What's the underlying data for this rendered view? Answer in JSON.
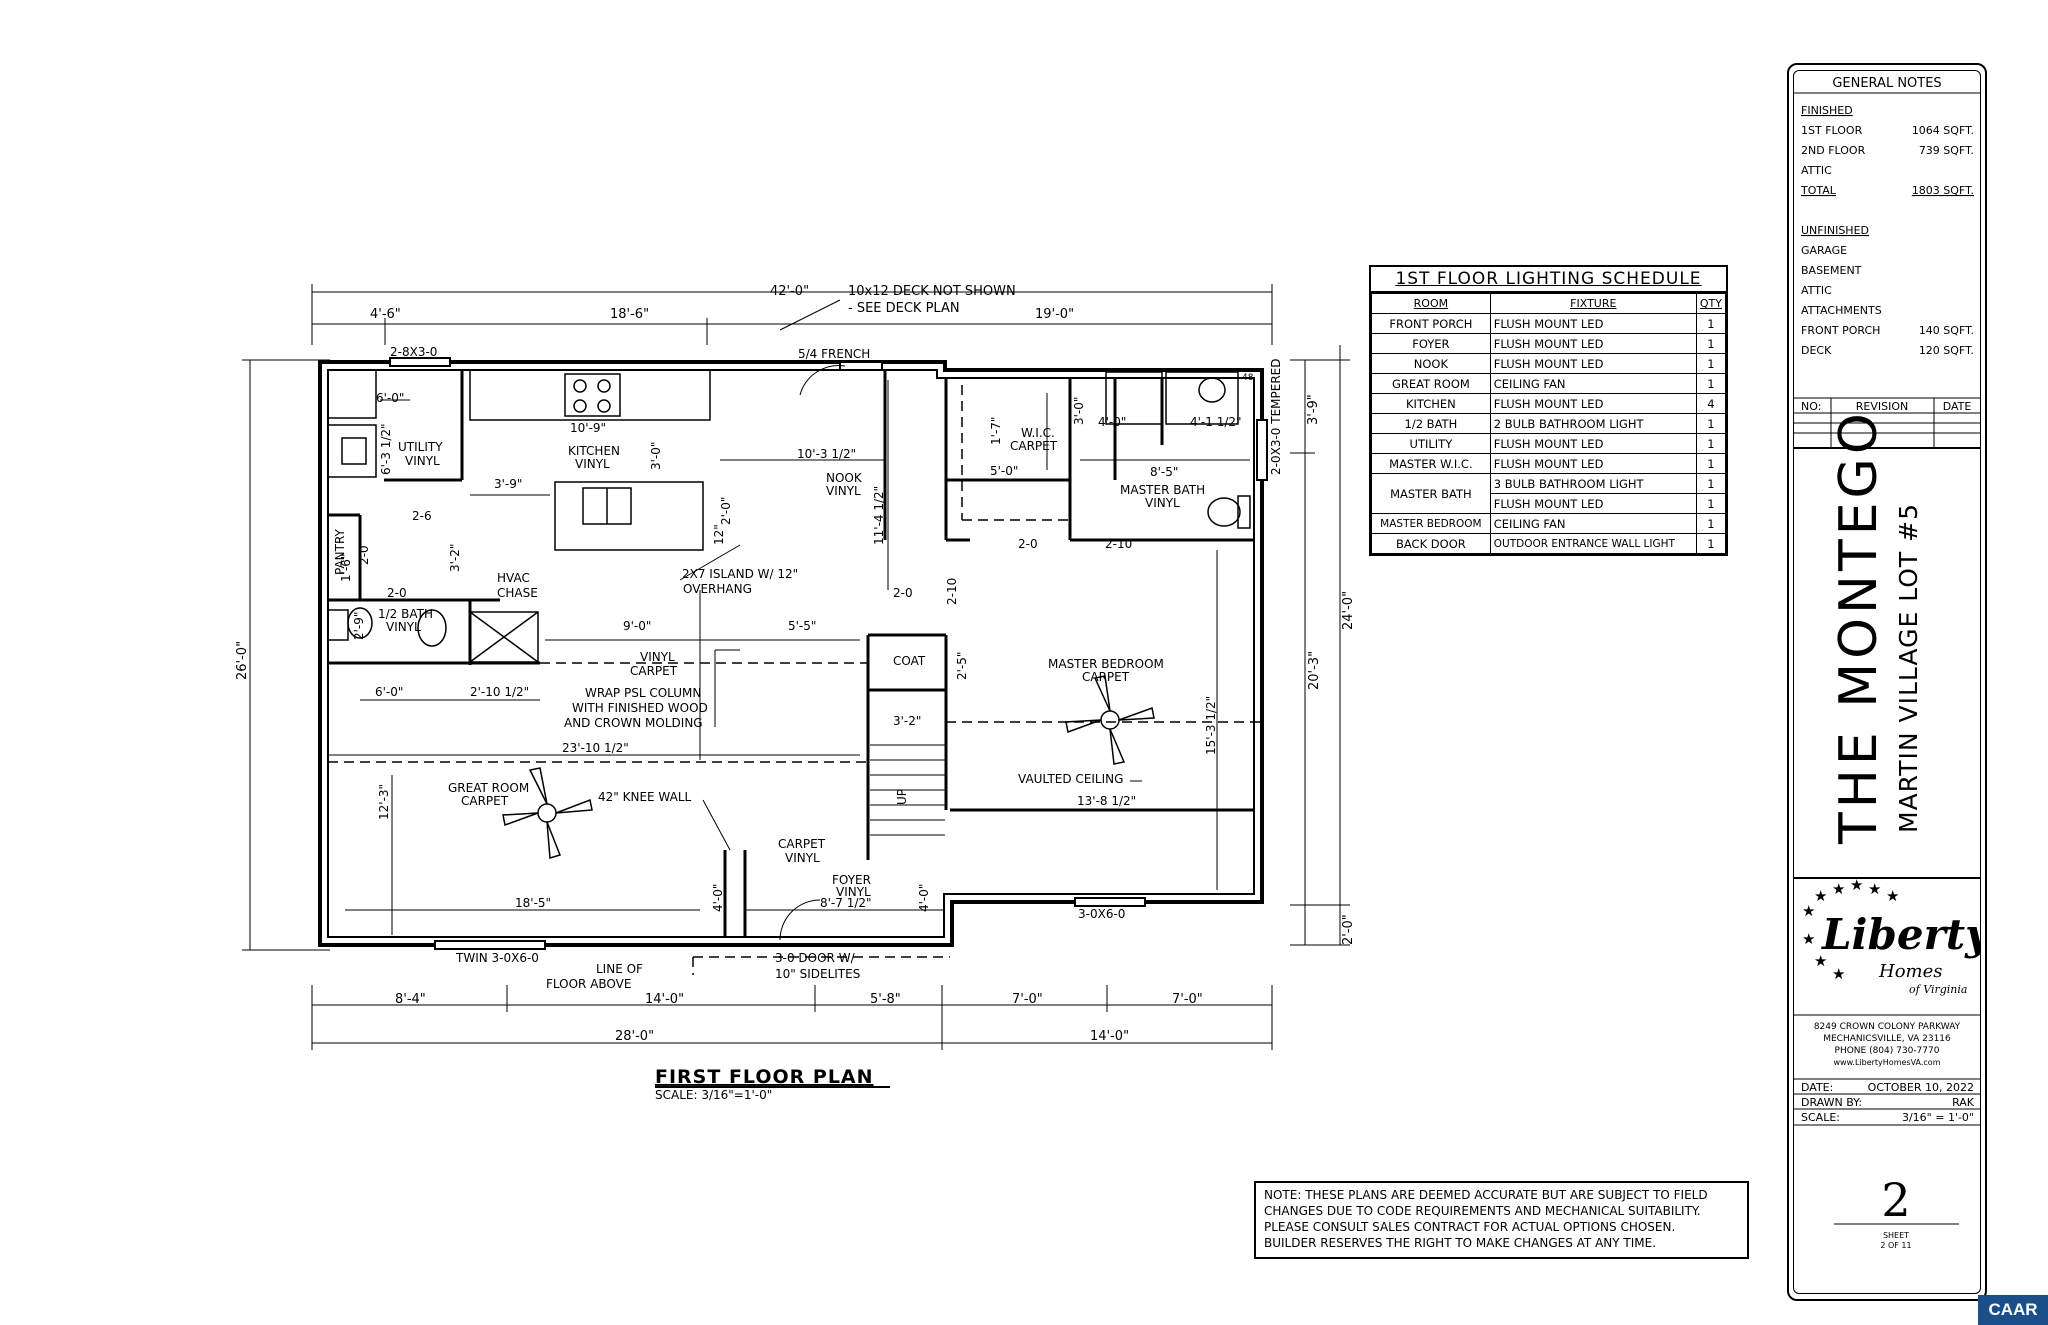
{
  "plan": {
    "title": "FIRST FLOOR PLAN",
    "scale_label": "SCALE: 3/16\"=1'-0\"",
    "dims_top": [
      "4'-6\"",
      "18'-6\"",
      "19'-0\"",
      "42'-0\""
    ],
    "deck_note_1": "10x12 DECK NOT SHOWN",
    "deck_note_2": "- SEE DECK PLAN",
    "dims_bottom_1": [
      "8'-4\"",
      "14'-0\"",
      "5'-8\"",
      "7'-0\"",
      "7'-0\""
    ],
    "dims_bottom_2": [
      "28'-0\"",
      "14'-0\""
    ],
    "dim_left": "26'-0\"",
    "dims_right": [
      "3'-9\"",
      "20'-3\"",
      "24'-0\"",
      "2'-0\""
    ],
    "windows": {
      "w1": "2-8X3-0",
      "french": "5/4 FRENCH",
      "tempered": "2-0X3-0 TEMPERED",
      "twin": "TWIN 3-0X6-0",
      "mb_window": "3-0X6-0",
      "door": "3-0 DOOR W/",
      "door2": "10\" SIDELITES"
    },
    "rooms": {
      "utility": "UTILITY",
      "utility_f": "VINYL",
      "kitchen": "KITCHEN",
      "kitchen_f": "VINYL",
      "nook": "NOOK",
      "nook_f": "VINYL",
      "wic": "W.I.C.",
      "wic_f": "CARPET",
      "master_bath": "MASTER BATH",
      "master_bath_f": "VINYL",
      "pantry": "PANTRY",
      "half_bath": "1/2 BATH",
      "half_bath_f": "VINYL",
      "coat": "COAT",
      "master_bedroom": "MASTER BEDROOM",
      "master_bedroom_f": "CARPET",
      "great_room": "GREAT ROOM",
      "great_room_f": "CARPET",
      "foyer": "FOYER",
      "foyer_f": "VINYL",
      "carpet": "CARPET",
      "vinyl": "VINYL"
    },
    "notes": {
      "hvac1": "HVAC",
      "hvac2": "CHASE",
      "island1": "2X7 ISLAND W/ 12\"",
      "island2": "OVERHANG",
      "vinyl_carpet_1": "VINYL",
      "vinyl_carpet_2": "CARPET",
      "psl1": "WRAP PSL COLUMN",
      "psl2": "WITH FINISHED WOOD",
      "psl3": "AND CROWN MOLDING",
      "knee": "42\" KNEE WALL",
      "vaulted": "VAULTED CEILING",
      "line_of_1": "LINE OF",
      "line_of_2": "FLOOR ABOVE",
      "up": "UP"
    },
    "interior_dims": {
      "d1": "6'-0\"",
      "d2": "6'-3 1/2\"",
      "d3": "10'-9\"",
      "d4": "3'-0\"",
      "d5": "10'-3 1/2\"",
      "d6": "1'-7\"",
      "d7": "5'-0\"",
      "d8": "3'-0\"",
      "d9": "4'-0\"",
      "d10": "4'-1 1/2\"",
      "d11": "8'-5\"",
      "d12": "3'-9\"",
      "d13": "2-6",
      "d14": "11'-4 1/2\"",
      "d15": "2'-0\"",
      "d16": "12\"",
      "d17": "2-0",
      "d18": "2-10",
      "d19": "2-0",
      "d20": "3'-2\"",
      "d21": "2-10",
      "d22": "2-0",
      "d23": "2-0",
      "d24": "9'-0\"",
      "d25": "5'-5\"",
      "d26": "2-0",
      "d27": "2'-5\"",
      "d28": "6'-0\"",
      "d29": "2'-10 1/2\"",
      "d30": "3'-2\"",
      "d31": "23'-10 1/2\"",
      "d32": "15'-3 1/2\"",
      "d33": "13'-8 1/2\"",
      "d34": "12'-3\"",
      "d35": "18'-5\"",
      "d36": "4'-0\"",
      "d37": "8'-7 1/2\"",
      "d38": "4'-0\"",
      "d39": "2'-9\"",
      "d40": "1'-6\"",
      "d41": "48"
    }
  },
  "schedule": {
    "title": "1ST FLOOR LIGHTING SCHEDULE",
    "headers": [
      "ROOM",
      "FIXTURE",
      "QTY"
    ],
    "rows": [
      [
        "FRONT PORCH",
        "FLUSH MOUNT LED",
        "1"
      ],
      [
        "FOYER",
        "FLUSH MOUNT LED",
        "1"
      ],
      [
        "NOOK",
        "FLUSH MOUNT LED",
        "1"
      ],
      [
        "GREAT ROOM",
        "CEILING FAN",
        "1"
      ],
      [
        "KITCHEN",
        "FLUSH MOUNT LED",
        "4"
      ],
      [
        "1/2 BATH",
        "2 BULB BATHROOM LIGHT",
        "1"
      ],
      [
        "UTILITY",
        "FLUSH MOUNT LED",
        "1"
      ],
      [
        "MASTER W.I.C.",
        "FLUSH MOUNT LED",
        "1"
      ],
      [
        "MASTER BATH",
        "3 BULB BATHROOM LIGHT",
        "1"
      ],
      [
        "",
        "FLUSH MOUNT LED",
        "1"
      ],
      [
        "MASTER BEDROOM",
        "CEILING FAN",
        "1"
      ],
      [
        "BACK DOOR",
        "OUTDOOR ENTRANCE WALL LIGHT",
        "1"
      ]
    ]
  },
  "general_notes": {
    "title": "GENERAL NOTES",
    "finished": "FINISHED",
    "rows_finished": [
      [
        "1ST FLOOR",
        "1064 SQFT."
      ],
      [
        "2ND FLOOR",
        "739 SQFT."
      ],
      [
        "ATTIC",
        ""
      ],
      [
        "TOTAL",
        "1803 SQFT."
      ]
    ],
    "unfinished": "UNFINISHED",
    "rows_unfinished": [
      [
        "GARAGE",
        ""
      ],
      [
        "BASEMENT",
        ""
      ],
      [
        "ATTIC",
        ""
      ],
      [
        "ATTACHMENTS",
        ""
      ],
      [
        "FRONT PORCH",
        "140 SQFT."
      ],
      [
        "DECK",
        "120 SQFT."
      ]
    ],
    "rev_headers": [
      "NO:",
      "REVISION",
      "DATE"
    ]
  },
  "title_block": {
    "project": "THE MONTEGO",
    "lot": "MARTIN VILLAGE LOT #5",
    "company": "Liberty",
    "company2": "Homes",
    "company3": "of Virginia",
    "addr1": "8249 CROWN COLONY PARKWAY",
    "addr2": "MECHANICSVILLE, VA 23116",
    "addr3": "PHONE (804) 730-7770",
    "addr4": "www.LibertyHomesVA.com",
    "date_label": "DATE:",
    "date_value": "OCTOBER 10, 2022",
    "drawn_label": "DRAWN BY:",
    "drawn_value": "RAK",
    "scale_label": "SCALE:",
    "scale_value": "3/16\" = 1'-0\"",
    "sheet_number": "2",
    "sheet_label": "SHEET",
    "sheet_of": "2 OF 11"
  },
  "disclaimer": {
    "l1": "NOTE: THESE PLANS ARE DEEMED ACCURATE BUT ARE SUBJECT TO FIELD",
    "l2": "CHANGES DUE TO CODE REQUIREMENTS AND MECHANICAL SUITABILITY.",
    "l3": "PLEASE CONSULT SALES CONTRACT FOR ACTUAL OPTIONS CHOSEN.",
    "l4": "BUILDER RESERVES THE RIGHT TO MAKE CHANGES AT ANY TIME."
  },
  "watermark": "CAAR"
}
